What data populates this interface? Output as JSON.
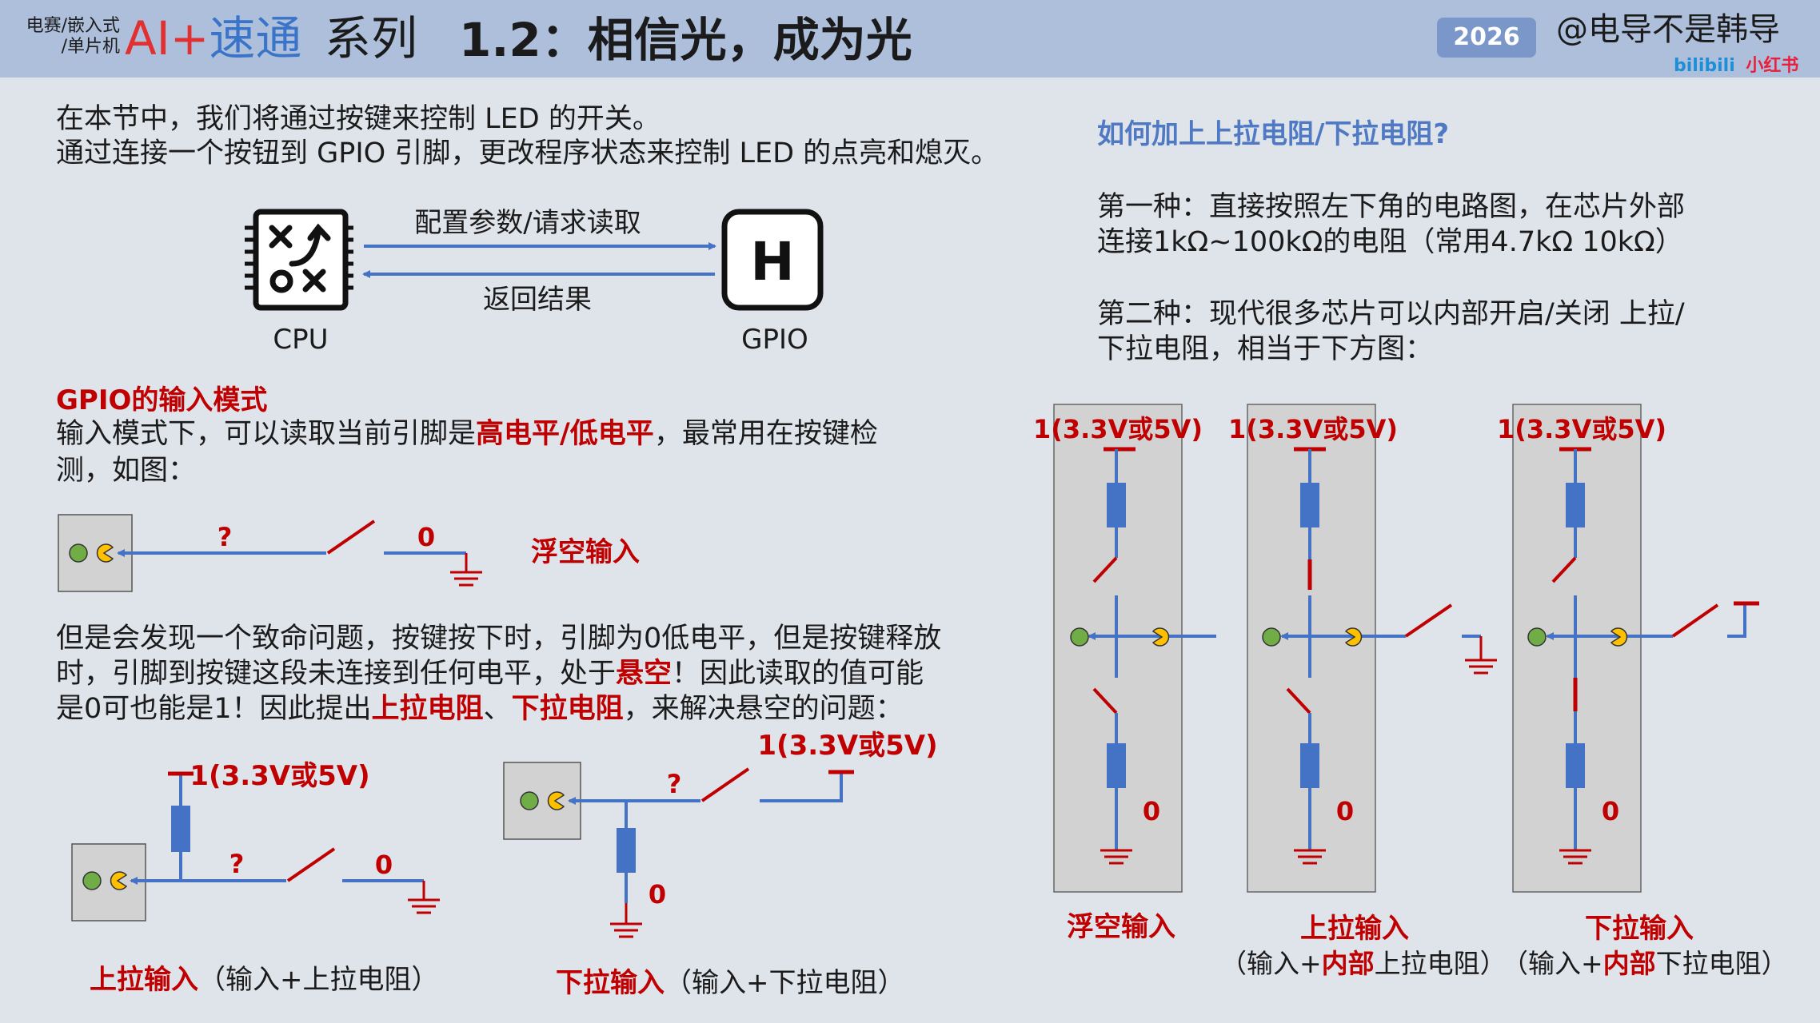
{
  "header": {
    "category_line1": "电赛/嵌入式",
    "category_line2": "/单片机",
    "brand_ai": "AI+",
    "brand_sutong": "速通",
    "brand_series": "系列",
    "lesson_title": "1.2：相信光，成为光",
    "year": "2026",
    "author": "@电导不是韩导",
    "platform_bilibili": "bilibili",
    "platform_xiaohongshu": "小红书"
  },
  "intro": {
    "line1": "在本节中，我们将通过按键来控制 LED 的开关。",
    "line2": "通过连接一个按钮到 GPIO 引脚，更改程序状态来控制 LED 的点亮和熄灭。"
  },
  "cpu_diagram": {
    "request_label": "配置参数/请求读取",
    "return_label": "返回结果",
    "cpu_label": "CPU",
    "gpio_label": "GPIO",
    "gpio_chip_letter": "H"
  },
  "input_mode": {
    "heading": "GPIO的输入模式",
    "desc_before": "输入模式下，可以读取当前引脚是",
    "desc_highlight": "高电平/低电平",
    "desc_after": "，最常用在按键检",
    "desc_line2": "测，如图："
  },
  "floating_example": {
    "unknown_mark": "?",
    "zero_label": "0",
    "caption": "浮空输入"
  },
  "problem": {
    "line1": "但是会发现一个致命问题，按键按下时，引脚为0低电平，但是按键释放",
    "line2_before": "时，引脚到按键这段未连接到任何电平，处于",
    "line2_highlight": "悬空",
    "line2_after": "！因此读取的值可能",
    "line3_before": "是0可也能是1！因此提出",
    "line3_highlight1": "上拉电阻",
    "line3_sep": "、",
    "line3_highlight2": "下拉电阻",
    "line3_after": "，来解决悬空的问题："
  },
  "pullup_example": {
    "vcc_label": "1(3.3V或5V)",
    "unknown_mark": "?",
    "zero_label": "0",
    "caption_bold": "上拉输入",
    "caption_rest": "（输入+上拉电阻）"
  },
  "pulldown_example": {
    "vcc_label": "1(3.3V或5V)",
    "unknown_mark": "?",
    "zero_label": "0",
    "caption_bold": "下拉输入",
    "caption_rest": "（输入+下拉电阻）"
  },
  "right_panel": {
    "question": "如何加上上拉电阻/下拉电阻?",
    "method1_line1": "第一种：直接按照左下角的电路图，在芯片外部",
    "method1_line2": "连接1kΩ~100kΩ的电阻（常用4.7kΩ 10kΩ）",
    "method2_line1": "第二种：现代很多芯片可以内部开启/关闭 上拉/",
    "method2_line2": "下拉电阻，相当于下方图："
  },
  "internal_diagrams": [
    {
      "vcc_label": "1(3.3V或5V)",
      "zero_label": "0",
      "caption": "浮空输入",
      "sub_before": "",
      "sub_bold": "",
      "sub_after": ""
    },
    {
      "vcc_label": "1(3.3V或5V)",
      "zero_label": "0",
      "caption": "上拉输入",
      "sub_before": "（输入+",
      "sub_bold": "内部",
      "sub_after": "上拉电阻）"
    },
    {
      "vcc_label": "1(3.3V或5V)",
      "zero_label": "0",
      "caption": "下拉输入",
      "sub_before": "（输入+",
      "sub_bold": "内部",
      "sub_after": "下拉电阻）"
    }
  ],
  "colors": {
    "header_bg": "#aebfdc",
    "page_bg": "#dfe3ea",
    "wire_blue": "#4472c4",
    "accent_red": "#c00000",
    "heading_blue": "#4f79c2",
    "pin_green": "#70ad47",
    "pin_yellow": "#ffc000",
    "box_gray": "#d2d2d2"
  },
  "icons": [
    "cpu-chip-icon",
    "gpio-chip-icon",
    "pin-icon",
    "ground-icon",
    "resistor-icon",
    "switch-icon"
  ]
}
